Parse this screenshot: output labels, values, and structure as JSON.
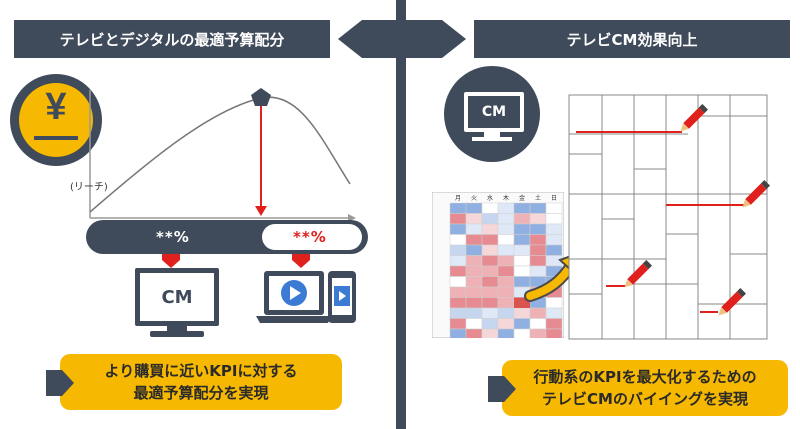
{
  "left": {
    "header": "テレビとデジタルの最適予算配分",
    "yen_symbol": "¥",
    "axis_label": "(リーチ)",
    "tv_share": "**%",
    "digital_share": "**%",
    "tv_label": "CM",
    "banner_line1": "より購買に近いKPIに対する",
    "banner_line2": "最適予算配分を実現",
    "accent_color": "#f6b800",
    "dark_color": "#3f4a5a",
    "arrow_color": "#e0201c"
  },
  "right": {
    "header": "テレビCM効果向上",
    "tv_label": "CM",
    "heatmap_days": [
      "月",
      "火",
      "水",
      "木",
      "金",
      "土",
      "日"
    ],
    "banner_line1": "行動系のKPIを最大化するための",
    "banner_line2": "テレビCMのバイイングを実現"
  }
}
